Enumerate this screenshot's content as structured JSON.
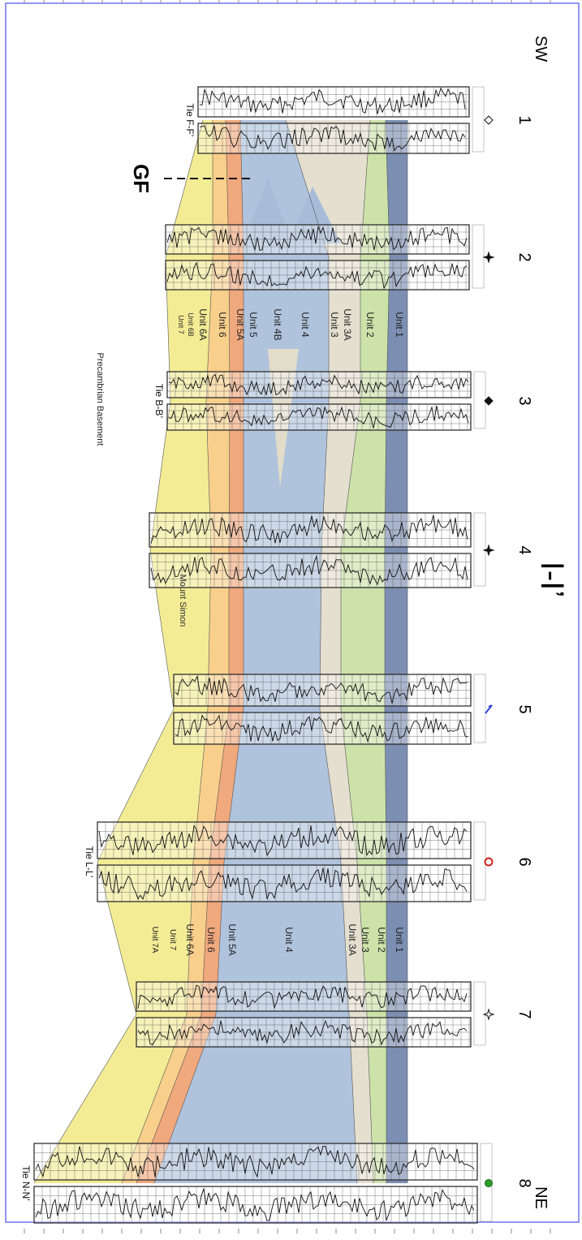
{
  "section": {
    "title": "I-I’",
    "end_left": "SW",
    "end_right": "NE",
    "fault_label": "GF",
    "basement_label": "Precambrian Basement",
    "formation_label": "Mount Simon"
  },
  "wells": [
    {
      "number": "1",
      "tie": "Tie F-F’",
      "symbol": "diamond-open"
    },
    {
      "number": "2",
      "tie": "",
      "symbol": "star-filled"
    },
    {
      "number": "3",
      "tie": "Tie B-B’",
      "symbol": "diamond-filled"
    },
    {
      "number": "4",
      "tie": "",
      "symbol": "star-filled"
    },
    {
      "number": "5",
      "tie": "",
      "symbol": "flag-blue"
    },
    {
      "number": "6",
      "tie": "Tie L-L’",
      "symbol": "circle-red"
    },
    {
      "number": "7",
      "tie": "",
      "symbol": "star-open"
    },
    {
      "number": "8",
      "tie": "Tie N-N’",
      "symbol": "circle-green"
    }
  ],
  "unit_labels_a": [
    "Unit 1",
    "Unit 2",
    "Unit 3A",
    "Unit 3",
    "Unit 4",
    "Unit 4B",
    "Unit 5",
    "Unit 5A",
    "Unit 6",
    "Unit 6A",
    "Unit 6B",
    "Unit 7"
  ],
  "unit_labels_b": [
    "Unit 1",
    "Unit 2",
    "Unit 3",
    "Unit 3A",
    "Unit 4",
    "Unit 5A",
    "Unit 6",
    "Unit 6A",
    "Unit 7",
    "Unit 7A"
  ],
  "colors": {
    "unit1": "#6e82aa",
    "unit2": "#c6dfa0",
    "unit3": "#e2dccb",
    "unit4": "#a7bcd8",
    "unit5a": "#ee9e6f",
    "unit6": "#f7ca7e",
    "unit7": "#f2ea8a",
    "frame": "#6f74f0",
    "log_box": "#222222"
  }
}
